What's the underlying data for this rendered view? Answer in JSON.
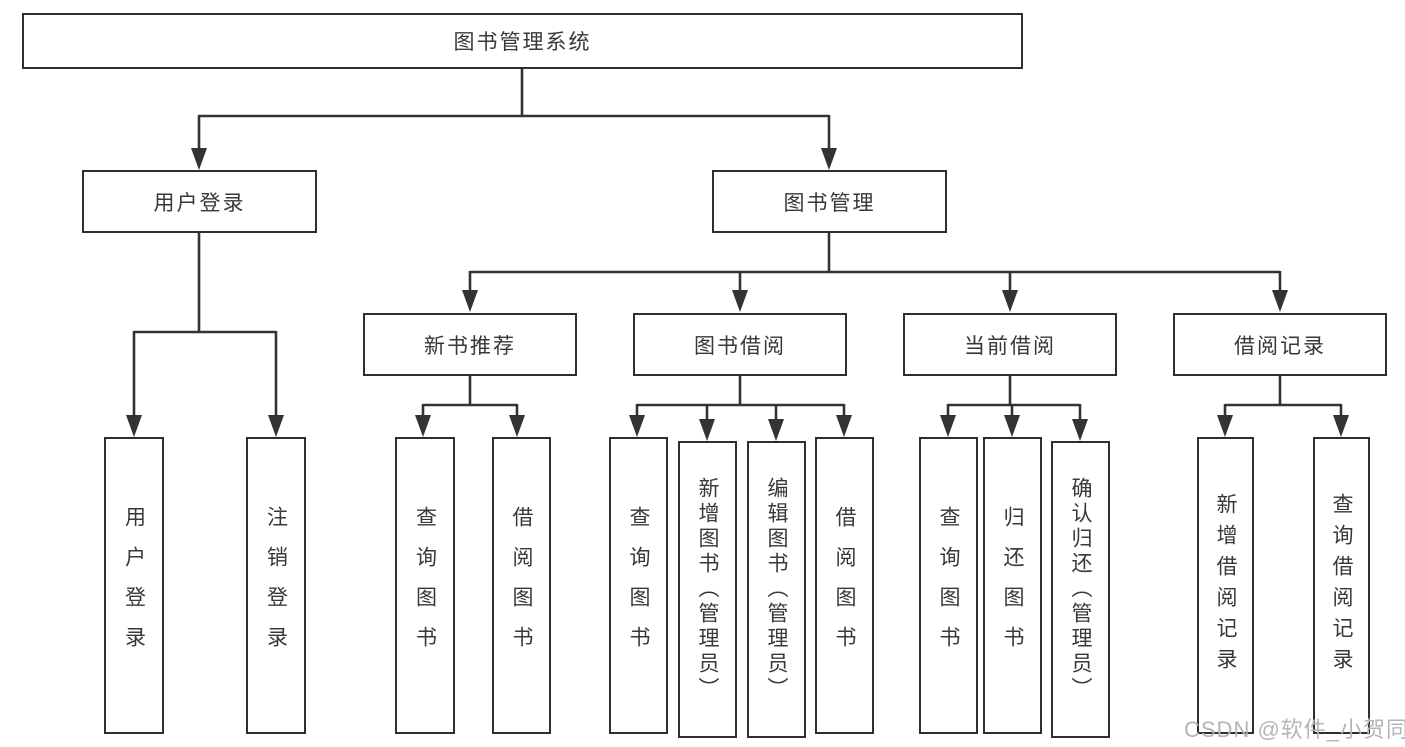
{
  "nodes": {
    "root": {
      "label": "图书管理系统"
    },
    "user_login": {
      "label": "用户登录",
      "parent": "root"
    },
    "book_mgmt": {
      "label": "图书管理",
      "parent": "root"
    },
    "ul_login": {
      "label": "用户登录",
      "parent": "user_login"
    },
    "ul_logout": {
      "label": "注销登录",
      "parent": "user_login"
    },
    "new_book_rec": {
      "label": "新书推荐",
      "parent": "book_mgmt"
    },
    "book_borrow": {
      "label": "图书借阅",
      "parent": "book_mgmt"
    },
    "current_borrow": {
      "label": "当前借阅",
      "parent": "book_mgmt"
    },
    "borrow_records": {
      "label": "借阅记录",
      "parent": "book_mgmt"
    },
    "nbr_query": {
      "label": "查询图书",
      "parent": "new_book_rec"
    },
    "nbr_borrow": {
      "label": "借阅图书",
      "parent": "new_book_rec"
    },
    "bb_query": {
      "label": "查询图书",
      "parent": "book_borrow"
    },
    "bb_add": {
      "label": "新增图书（管理员）",
      "parent": "book_borrow"
    },
    "bb_edit": {
      "label": "编辑图书（管理员）",
      "parent": "book_borrow"
    },
    "bb_borrow": {
      "label": "借阅图书",
      "parent": "book_borrow"
    },
    "cb_query": {
      "label": "查询图书",
      "parent": "current_borrow"
    },
    "cb_return": {
      "label": "归还图书",
      "parent": "current_borrow"
    },
    "cb_confirm": {
      "label": "确认归还（管理员）",
      "parent": "current_borrow"
    },
    "br_add": {
      "label": "新增借阅记录",
      "parent": "borrow_records"
    },
    "br_query": {
      "label": "查询借阅记录",
      "parent": "borrow_records"
    }
  },
  "watermark": {
    "text": "CSDN @软件_小贺同学"
  },
  "colors": {
    "background": "#ffffff",
    "line": "#333333",
    "box_border": "#2e2e2e",
    "text": "#383838",
    "watermark": "#b5b5b5"
  }
}
